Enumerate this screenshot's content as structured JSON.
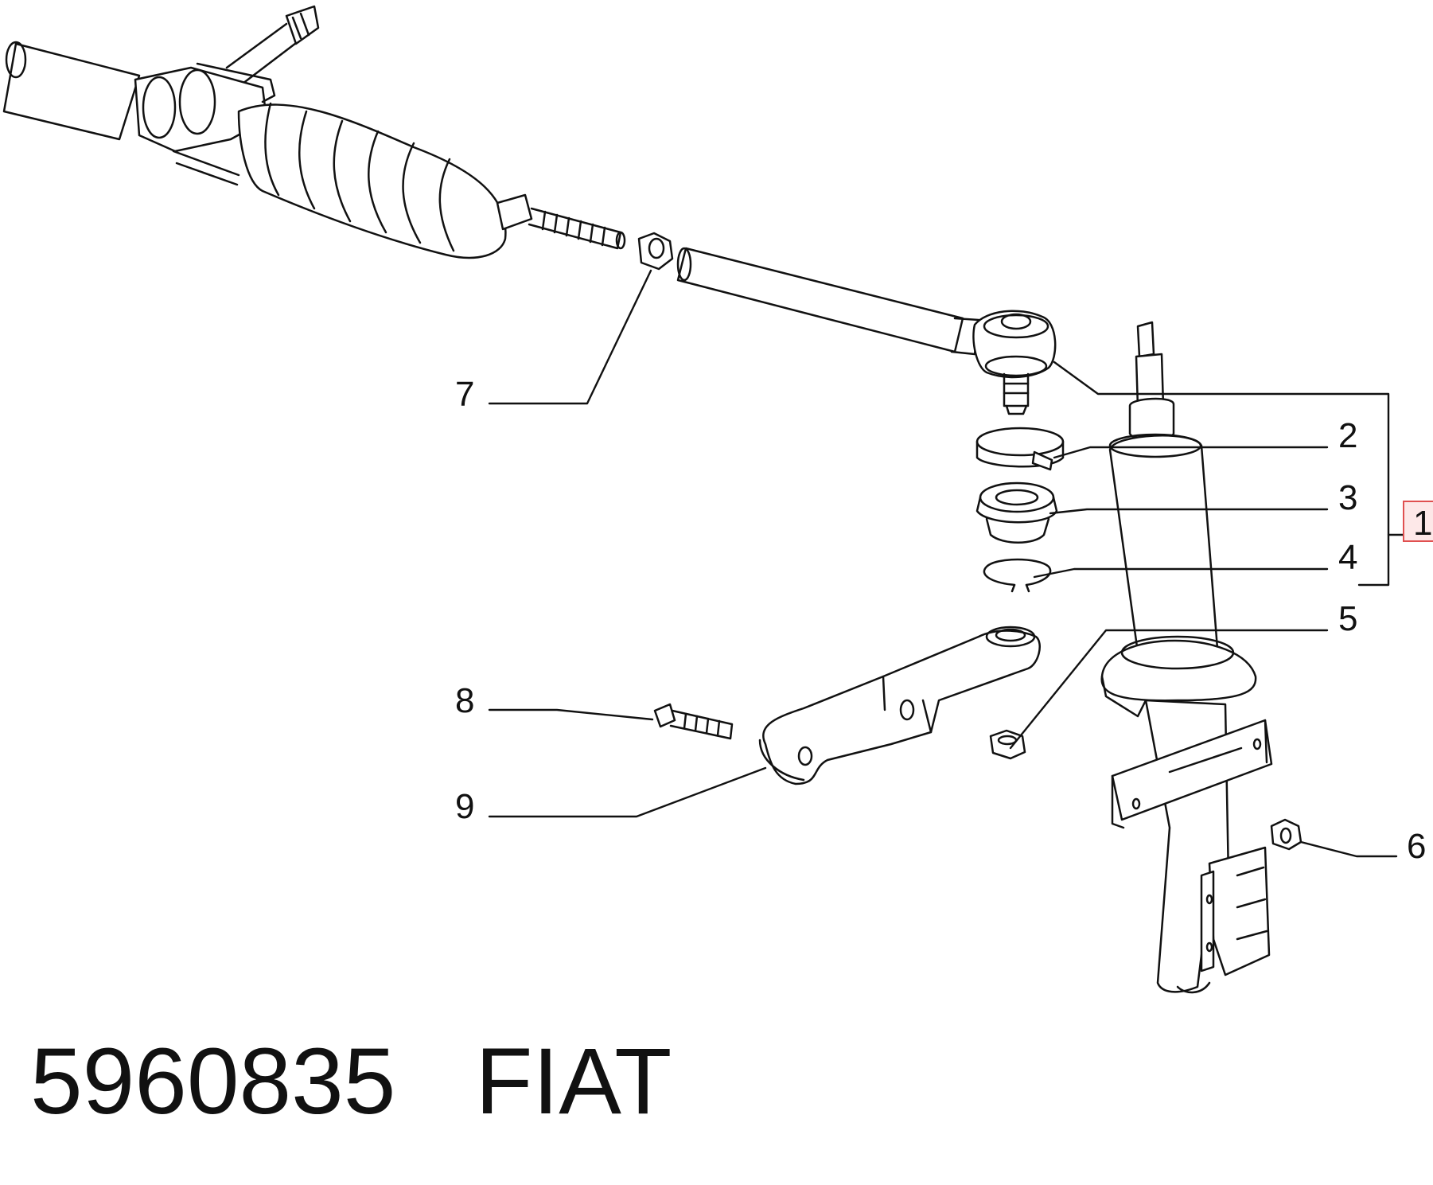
{
  "callouts": {
    "c1": "1",
    "c2": "2",
    "c3": "3",
    "c4": "4",
    "c5": "5",
    "c6": "6",
    "c7": "7",
    "c8": "8",
    "c9": "9"
  },
  "footer": {
    "part_number": "5960835",
    "brand": "FIAT"
  },
  "colors": {
    "line": "#111111",
    "highlight": "#e05050",
    "highlight_fill": "#fde8e8",
    "background": "#ffffff"
  }
}
